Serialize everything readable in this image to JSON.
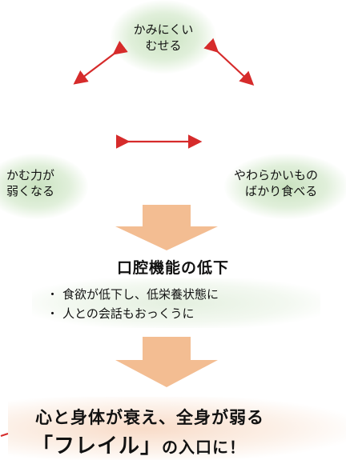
{
  "cycle": {
    "top": {
      "line1": "かみにくい",
      "line2": "むせる"
    },
    "left": {
      "line1": "かむ力が",
      "line2": "弱くなる"
    },
    "right": {
      "line1": "やわらかいもの",
      "line2": "ばかり食べる"
    }
  },
  "result": {
    "heading": "口腔機能の低下",
    "bullets": [
      {
        "marker": "・",
        "text": "食欲が低下し、低栄養状態に"
      },
      {
        "marker": "・",
        "text": "人との会話もおっくうに"
      }
    ]
  },
  "conclusion": {
    "line1": "心と身体が衰え、全身が弱る",
    "frail_label": "「フレイル」",
    "frail_suffix": "の入口に！"
  },
  "colors": {
    "arrow_red": "#d62b2b",
    "big_arrow": "#f3bd92",
    "node_glow": "#c6e0bc",
    "conclusion_glow": "#f7d5be"
  }
}
